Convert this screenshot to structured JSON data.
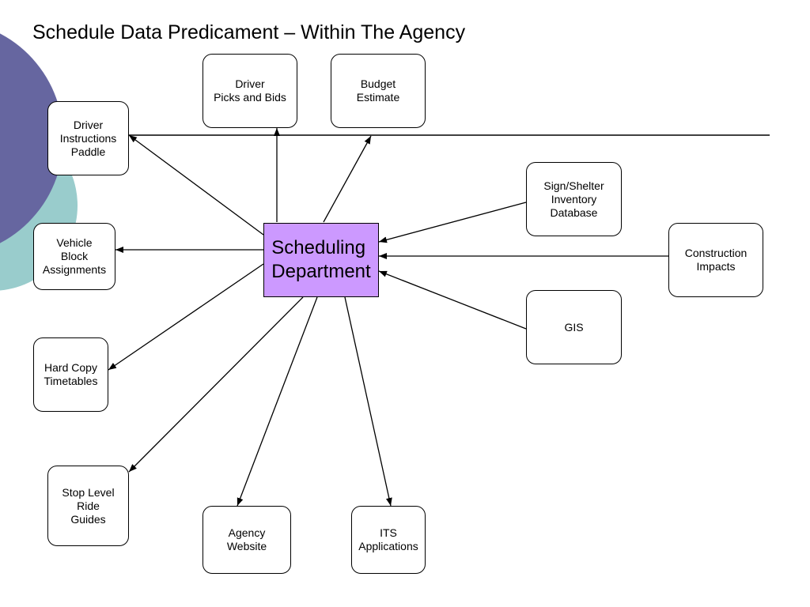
{
  "title": "Schedule Data Predicament – Within The Agency",
  "colors": {
    "hub_fill": "#cc99ff",
    "decor_purple": "#6666a0",
    "decor_teal": "#99cccc",
    "line": "#000000"
  },
  "hub": {
    "label": "Scheduling\nDepartment"
  },
  "nodes": {
    "driver_picks_bids": "Driver\nPicks and Bids",
    "budget_estimate": "Budget\nEstimate",
    "driver_instructions_paddle": "Driver\nInstructions\nPaddle",
    "vehicle_block_assignments": "Vehicle\nBlock\nAssignments",
    "hard_copy_timetables": "Hard Copy\nTimetables",
    "stop_level_ride_guides": "Stop Level\nRide\nGuides",
    "agency_website": "Agency\nWebsite",
    "its_applications": "ITS\nApplications",
    "sign_shelter_inventory_database": "Sign/Shelter\nInventory\nDatabase",
    "construction_impacts": "Construction\nImpacts",
    "gis": "GIS"
  },
  "connections": [
    {
      "from": "Scheduling Department",
      "to": "Driver Picks and Bids"
    },
    {
      "from": "Scheduling Department",
      "to": "Budget Estimate"
    },
    {
      "from": "Scheduling Department",
      "to": "Driver Instructions Paddle"
    },
    {
      "from": "Scheduling Department",
      "to": "Vehicle Block Assignments"
    },
    {
      "from": "Scheduling Department",
      "to": "Hard Copy Timetables"
    },
    {
      "from": "Scheduling Department",
      "to": "Stop Level Ride Guides"
    },
    {
      "from": "Scheduling Department",
      "to": "Agency Website"
    },
    {
      "from": "Scheduling Department",
      "to": "ITS Applications"
    },
    {
      "from": "Sign/Shelter Inventory Database",
      "to": "Scheduling Department"
    },
    {
      "from": "Construction Impacts",
      "to": "Scheduling Department"
    },
    {
      "from": "GIS",
      "to": "Scheduling Department"
    }
  ]
}
